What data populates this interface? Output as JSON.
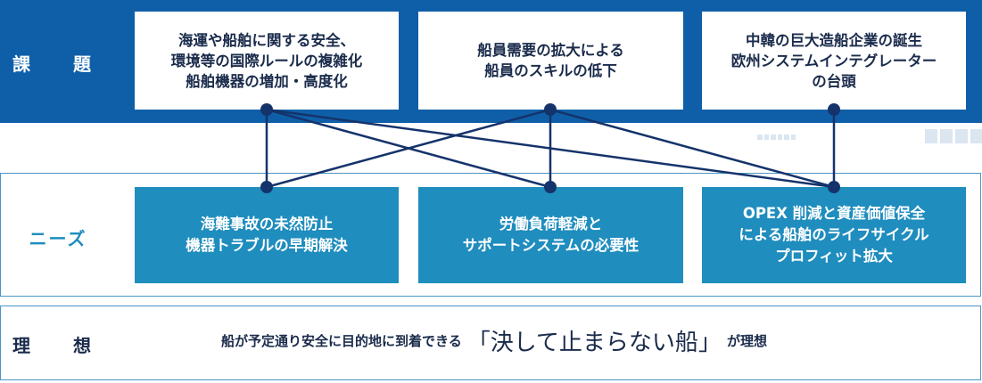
{
  "rows": {
    "issues_label": "課　題",
    "needs_label": "ニーズ",
    "ideal_label": "理　想"
  },
  "issues": [
    {
      "text": "海運や船舶に関する安全、\n環境等の国際ルールの複雑化\n船舶機器の増加・高度化"
    },
    {
      "text": "船員需要の拡大による\n船員のスキルの低下"
    },
    {
      "text": "中韓の巨大造船企業の誕生\n欧州システムインテグレーター\nの台頭"
    }
  ],
  "needs": [
    {
      "text": "海難事故の未然防止\n機器トラブルの早期解決"
    },
    {
      "text": "労働負荷軽減と\nサポートシステムの必要性"
    },
    {
      "text": "OPEX 削減と資産価値保全\nによる船舶のライフサイクル\nプロフィット拡大"
    }
  ],
  "connections": [
    {
      "from": 0,
      "to": 0
    },
    {
      "from": 0,
      "to": 1
    },
    {
      "from": 0,
      "to": 2
    },
    {
      "from": 1,
      "to": 0
    },
    {
      "from": 1,
      "to": 1
    },
    {
      "from": 1,
      "to": 2
    },
    {
      "from": 2,
      "to": 2
    }
  ],
  "ideal": {
    "prefix": "船が予定通り安全に目的地に到着できる",
    "highlight": "「決して止まらない船」",
    "suffix": "が理想"
  },
  "colors": {
    "issues_band": "#0f5fa8",
    "needs_box": "#1f8dbe",
    "line": "#15336b",
    "label_text_needs": "#1f8dbe",
    "frame_border": "#4a96c9"
  }
}
